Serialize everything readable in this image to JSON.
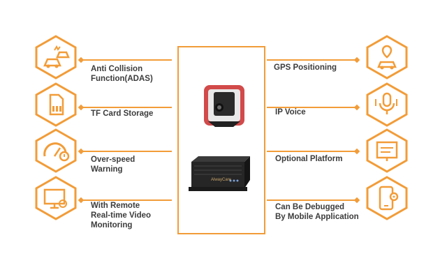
{
  "accent_color": "#f29c38",
  "features_left": [
    {
      "label": "Anti Collision\nFunction(ADAS)",
      "icon": "car-collision-icon"
    },
    {
      "label": "TF Card Storage",
      "icon": "sd-card-icon"
    },
    {
      "label": "Over-speed\nWarning",
      "icon": "speedometer-warning-icon"
    },
    {
      "label": "With Remote\nReal-time Video\nMonitoring",
      "icon": "monitor-camera-icon"
    }
  ],
  "features_right": [
    {
      "label": "GPS Positioning",
      "icon": "gps-car-icon"
    },
    {
      "label": "IP Voice",
      "icon": "microphone-icon"
    },
    {
      "label": "Optional Platform",
      "icon": "screen-icon"
    },
    {
      "label": "Can Be Debugged\nBy Mobile Application",
      "icon": "mobile-settings-icon"
    }
  ],
  "device": {
    "brand": "AlwayCare"
  }
}
